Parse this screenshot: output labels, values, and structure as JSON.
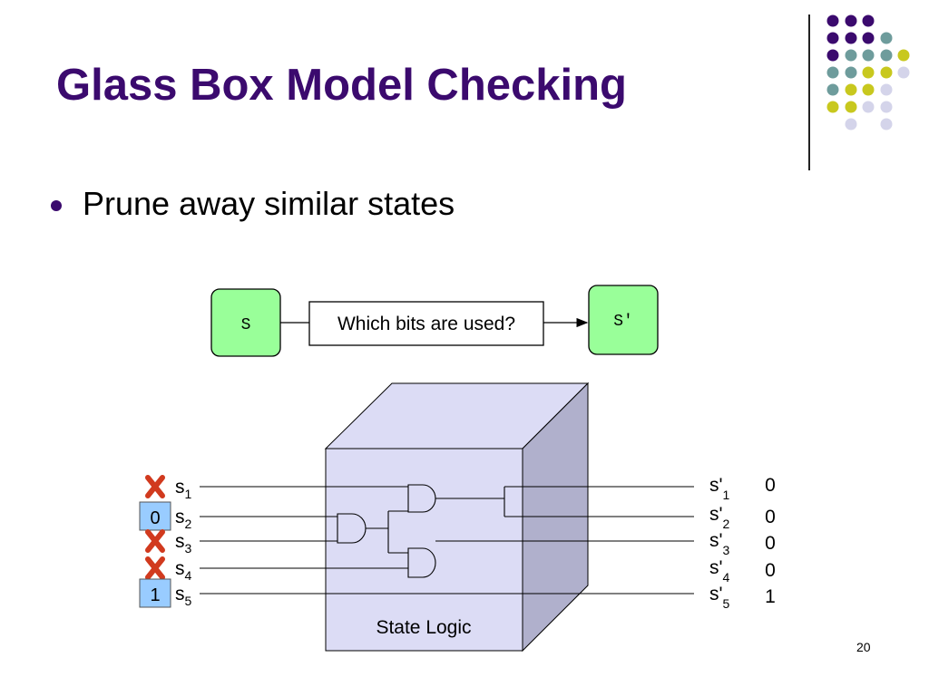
{
  "slide": {
    "title": "Glass Box Model Checking",
    "bullet": "Prune away similar states",
    "page_number": "20"
  },
  "diagram": {
    "state_box_left": "S",
    "state_box_right": "S'",
    "question_label": "Which bits are used?",
    "cube_label": "State Logic",
    "inputs": [
      {
        "label": "s",
        "sub": "1",
        "kept": false,
        "value": ""
      },
      {
        "label": "s",
        "sub": "2",
        "kept": true,
        "value": "0"
      },
      {
        "label": "s",
        "sub": "3",
        "kept": false,
        "value": ""
      },
      {
        "label": "s",
        "sub": "4",
        "kept": false,
        "value": ""
      },
      {
        "label": "s",
        "sub": "5",
        "kept": true,
        "value": "1"
      }
    ],
    "outputs": [
      {
        "label": "s'",
        "sub": "1",
        "value": "0"
      },
      {
        "label": "s'",
        "sub": "2",
        "value": "0"
      },
      {
        "label": "s'",
        "sub": "3",
        "value": "0"
      },
      {
        "label": "s'",
        "sub": "4",
        "value": "0"
      },
      {
        "label": "s'",
        "sub": "5",
        "value": "1"
      }
    ],
    "removed_marker": "x-mark-icon"
  },
  "colors": {
    "title": "#3b0a6e",
    "green_box": "#99ff99",
    "cube_front": "#dcdcf5",
    "cube_side": "#b0b0cc",
    "kept_box": "#99ccff",
    "x_mark": "#d13a1e",
    "dot_purple": "#3b0a6e",
    "dot_teal": "#6e9c9c",
    "dot_yellow": "#c8c81e",
    "dot_lavender": "#d4d4ea"
  }
}
